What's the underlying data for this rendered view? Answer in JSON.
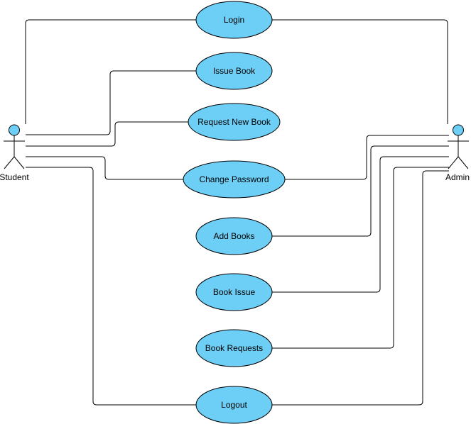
{
  "diagram": {
    "type": "use-case",
    "actors": [
      {
        "id": "student",
        "label": "Student"
      },
      {
        "id": "admin",
        "label": "Admin"
      }
    ],
    "use_cases": [
      {
        "id": "login",
        "label": "Login"
      },
      {
        "id": "issue-book",
        "label": "Issue Book"
      },
      {
        "id": "request-new-book",
        "label": "Request New Book"
      },
      {
        "id": "change-password",
        "label": "Change Password"
      },
      {
        "id": "add-books",
        "label": "Add Books"
      },
      {
        "id": "book-issue",
        "label": "Book Issue"
      },
      {
        "id": "book-requests",
        "label": "Book Requests"
      },
      {
        "id": "logout",
        "label": "Logout"
      }
    ],
    "associations": [
      {
        "from": "student",
        "to": "login"
      },
      {
        "from": "student",
        "to": "issue-book"
      },
      {
        "from": "student",
        "to": "request-new-book"
      },
      {
        "from": "student",
        "to": "change-password"
      },
      {
        "from": "student",
        "to": "logout"
      },
      {
        "from": "admin",
        "to": "login"
      },
      {
        "from": "admin",
        "to": "change-password"
      },
      {
        "from": "admin",
        "to": "add-books"
      },
      {
        "from": "admin",
        "to": "book-issue"
      },
      {
        "from": "admin",
        "to": "book-requests"
      },
      {
        "from": "admin",
        "to": "logout"
      }
    ],
    "colors": {
      "use_case_fill": "#6ecff6",
      "actor_head_fill": "#6ecff6",
      "stroke": "#000000",
      "text": "#000000"
    }
  }
}
